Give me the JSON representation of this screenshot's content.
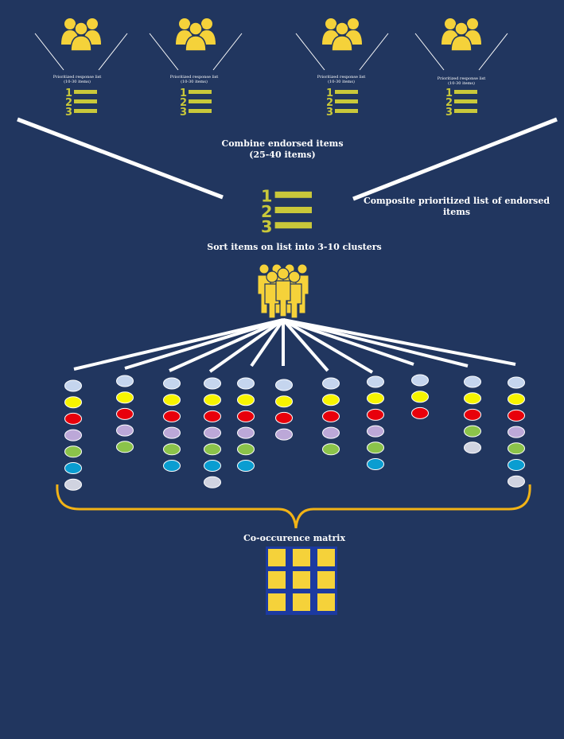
{
  "groups": [
    {
      "label": "Prioritized response list",
      "sublabel": "(10-30 items)"
    },
    {
      "label": "Prioritized response list",
      "sublabel": "(10-30 items)"
    },
    {
      "label": "Prioritized response list",
      "sublabel": "(10-30 items)"
    },
    {
      "label": "Prioritized response list",
      "sublabel": "(10-30 items)"
    }
  ],
  "list_numbers": [
    "1",
    "2",
    "3"
  ],
  "combine": {
    "title": "Combine endorsed items",
    "subtitle": "(25-40 items)"
  },
  "composite": {
    "line1": "Composite prioritized list of endorsed",
    "line2": "items"
  },
  "sort_label": "Sort items on list into 3-10 clusters",
  "matrix_label": "Co-occurence matrix",
  "matrix": {
    "rows": 3,
    "cols": 3
  },
  "colors": {
    "background": "#21365f",
    "accent": "#f5d23a",
    "list_accent": "#c9c83a",
    "line": "#ffffff",
    "bracket": "#f2b316",
    "light_blue": "#c5d5ee",
    "yellow": "#f7f400",
    "red": "#e8000b",
    "lavender": "#bca8d8",
    "green": "#8bc34a",
    "teal": "#0a9dd1",
    "light_gray": "#d0d3e0"
  },
  "cluster_stacks": [
    [
      "light_blue",
      "yellow",
      "red",
      "lavender",
      "green",
      "teal",
      "light_gray"
    ],
    [
      "light_blue",
      "yellow",
      "red",
      "lavender",
      "green"
    ],
    [
      "light_blue",
      "yellow",
      "red",
      "lavender",
      "green",
      "teal"
    ],
    [
      "light_blue",
      "yellow",
      "red",
      "lavender",
      "green",
      "teal",
      "light_gray"
    ],
    [
      "light_blue",
      "yellow",
      "red",
      "lavender",
      "green",
      "teal"
    ],
    [
      "light_blue",
      "yellow",
      "red",
      "lavender"
    ],
    [
      "light_blue",
      "yellow",
      "red",
      "lavender",
      "green"
    ],
    [
      "light_blue",
      "yellow",
      "red",
      "lavender",
      "green",
      "teal"
    ],
    [
      "light_blue",
      "yellow",
      "red"
    ],
    [
      "light_blue",
      "yellow",
      "red",
      "green",
      "light_gray"
    ],
    [
      "light_blue",
      "yellow",
      "red",
      "lavender",
      "green",
      "teal",
      "light_gray"
    ]
  ]
}
